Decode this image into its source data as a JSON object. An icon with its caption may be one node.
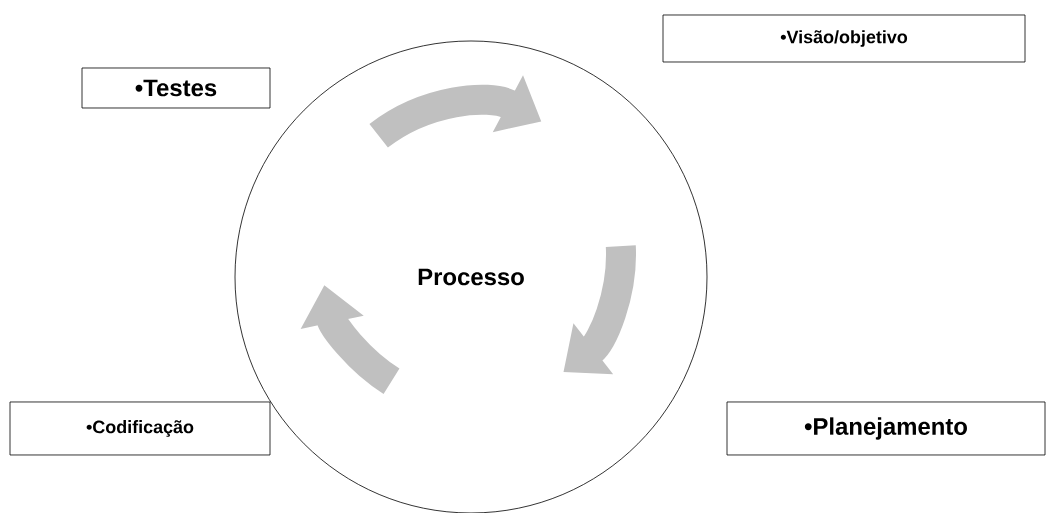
{
  "diagram": {
    "nodes": [
      {
        "text": [
          "Processo"
        ]
      },
      {
        "text": [
          "•Testes"
        ]
      },
      {
        "text": [
          "•Visão/objetivo"
        ]
      },
      {
        "text": [
          "•Codificação"
        ]
      },
      {
        "text": [
          "•Planejamento"
        ]
      }
    ]
  }
}
